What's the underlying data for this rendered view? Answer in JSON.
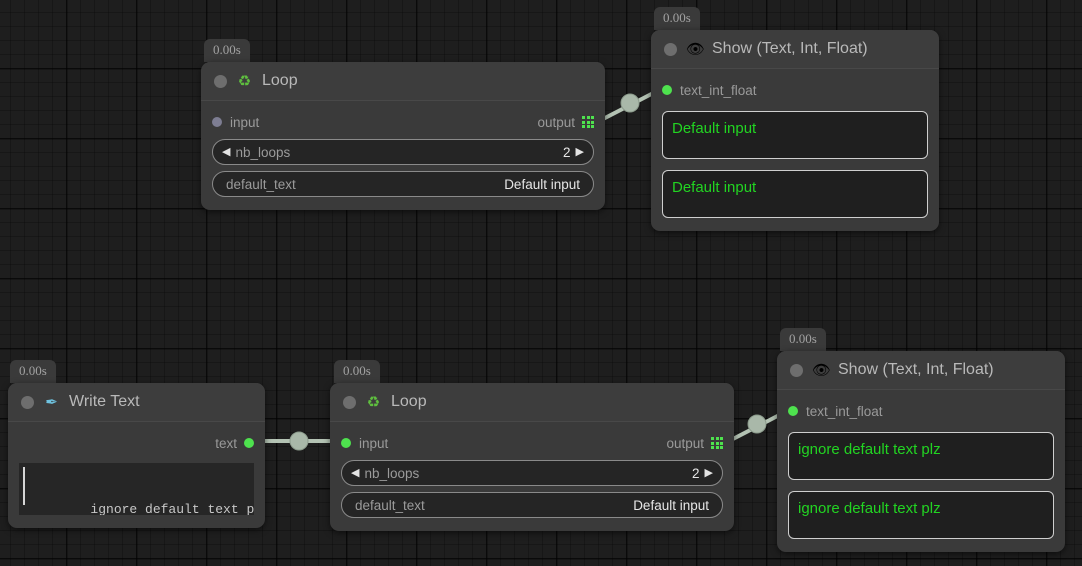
{
  "app": {
    "canvas_name": "node-graph-canvas",
    "background_color": "#1e1e1e",
    "accent_green": "#4ee24e",
    "value_green": "#22d422",
    "wire_color": "#b4c3b4",
    "node_body_color": "#3a3a3a",
    "node_header_color": "#3d3d3d"
  },
  "nodes": [
    {
      "id": "loop-top",
      "title": "Loop",
      "icon": "recycle-icon",
      "icon_glyph": "♻",
      "timestamp": "0.00s",
      "input_port": {
        "label": "input",
        "connected": false
      },
      "output_port": {
        "label": "output",
        "icon": "grid-3x3-icon"
      },
      "widgets": [
        {
          "type": "stepper",
          "key": "nb_loops",
          "value": "2",
          "left_arrow": "◀",
          "right_arrow": "▶"
        },
        {
          "type": "text",
          "key": "default_text",
          "value": "Default input"
        }
      ]
    },
    {
      "id": "show-top",
      "title": "Show (Text, Int, Float)",
      "icon": "eye-icon",
      "icon_glyph": "👁",
      "timestamp": "0.00s",
      "input_port": {
        "label": "text_int_float",
        "connected": true
      },
      "outputs": [
        "Default input",
        "Default input"
      ]
    },
    {
      "id": "write-text",
      "title": "Write Text",
      "icon": "pen-nib-icon",
      "icon_glyph": "✒",
      "timestamp": "0.00s",
      "output_port": {
        "label": "text",
        "connected": true
      },
      "text_value": "ignore default text plz"
    },
    {
      "id": "loop-bottom",
      "title": "Loop",
      "icon": "recycle-icon",
      "icon_glyph": "♻",
      "timestamp": "0.00s",
      "input_port": {
        "label": "input",
        "connected": true
      },
      "output_port": {
        "label": "output",
        "icon": "grid-3x3-icon"
      },
      "widgets": [
        {
          "type": "stepper",
          "key": "nb_loops",
          "value": "2",
          "left_arrow": "◀",
          "right_arrow": "▶"
        },
        {
          "type": "text",
          "key": "default_text",
          "value": "Default input"
        }
      ]
    },
    {
      "id": "show-bottom",
      "title": "Show (Text, Int, Float)",
      "icon": "eye-icon",
      "icon_glyph": "👁",
      "timestamp": "0.00s",
      "input_port": {
        "label": "text_int_float",
        "connected": true
      },
      "outputs": [
        "ignore default text plz",
        "ignore default text plz"
      ]
    }
  ],
  "connections": [
    {
      "from": "loop-top.output",
      "to": "show-top.text_int_float"
    },
    {
      "from": "write-text.text",
      "to": "loop-bottom.input"
    },
    {
      "from": "loop-bottom.output",
      "to": "show-bottom.text_int_float"
    }
  ]
}
